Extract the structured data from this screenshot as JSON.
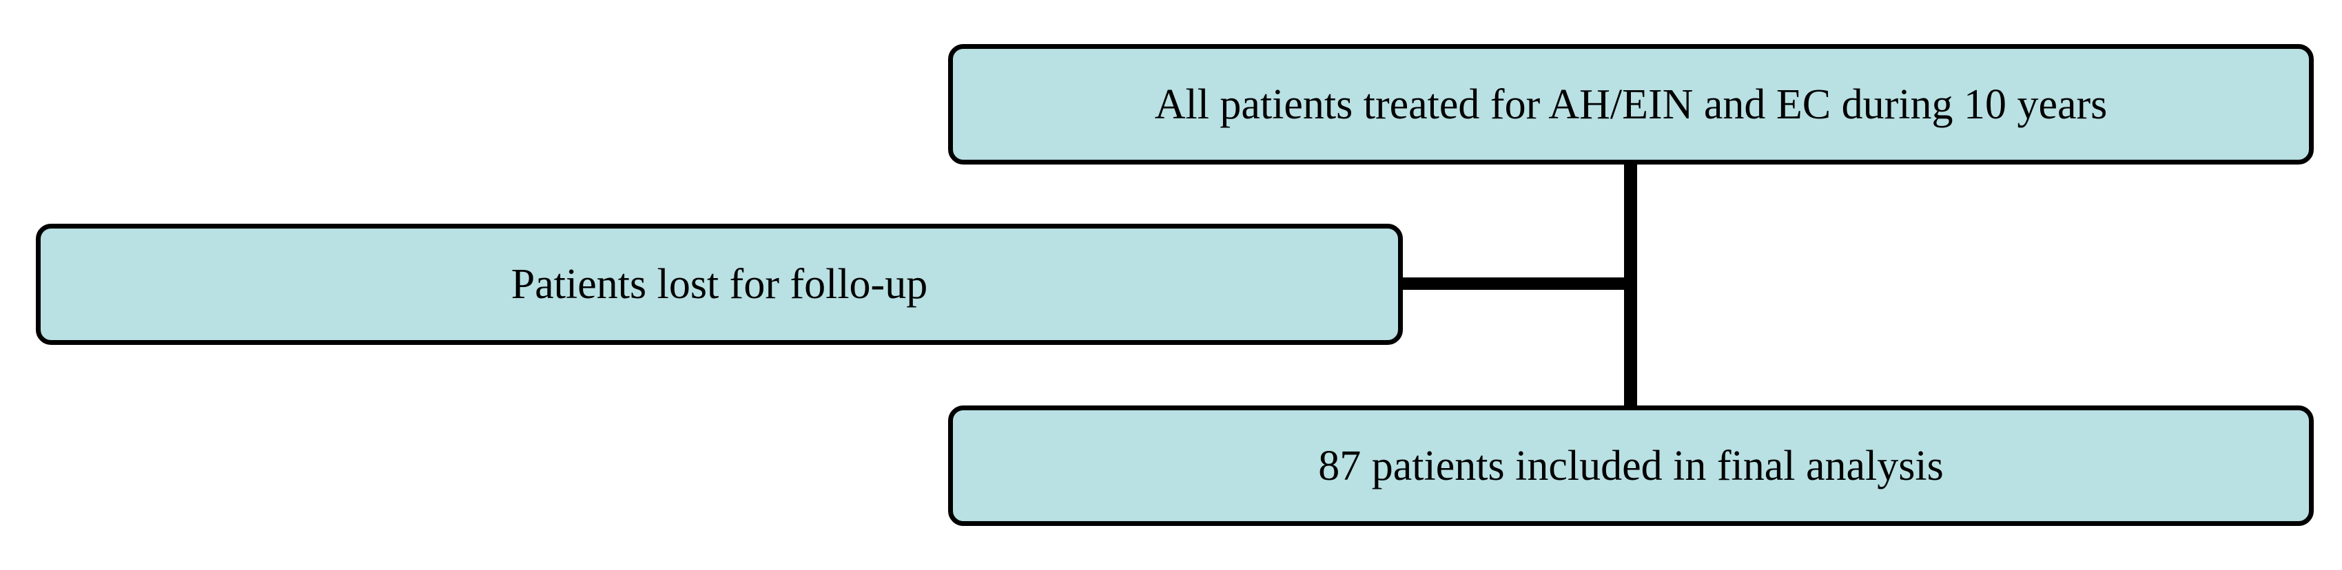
{
  "flowchart": {
    "top_box": "All patients treated for AH/EIN and EC during 10 years",
    "left_box": "Patients lost for follo-up",
    "bottom_box": "87 patients included in final analysis"
  },
  "colors": {
    "box_fill": "#b9e0e3",
    "border": "#000000",
    "connector": "#000000"
  }
}
